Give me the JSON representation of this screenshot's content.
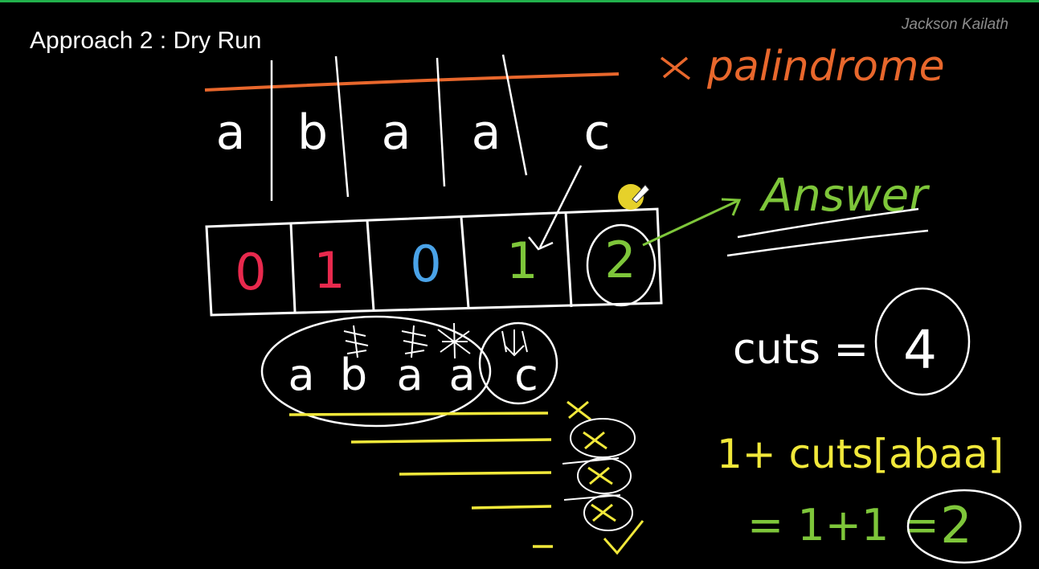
{
  "header": {
    "title": "Approach 2 : Dry Run",
    "author": "Jackson Kailath"
  },
  "colors": {
    "white": "#ffffff",
    "orange": "#e8672c",
    "red": "#e8294d",
    "blue": "#4aa3e8",
    "green": "#7ec63a",
    "yellow": "#f1e83a",
    "highlight": "#e6d12a"
  },
  "string_chars": [
    "a",
    "b",
    "a",
    "a",
    "c"
  ],
  "cuts_array": [
    {
      "value": "0",
      "color": "red"
    },
    {
      "value": "1",
      "color": "red"
    },
    {
      "value": "0",
      "color": "blue"
    },
    {
      "value": "1",
      "color": "green"
    },
    {
      "value": "2",
      "color": "green"
    }
  ],
  "notes": {
    "palindrome": "palindrome",
    "answer": "Answer",
    "cuts_label": "cuts =",
    "cuts_value": "4",
    "formula": "1+ cuts[abaa]",
    "result_prefix": "= 1+1 =",
    "result_value": "2"
  },
  "bottom_groups": {
    "left": [
      "a",
      "b",
      "a",
      "a"
    ],
    "right": "c"
  }
}
